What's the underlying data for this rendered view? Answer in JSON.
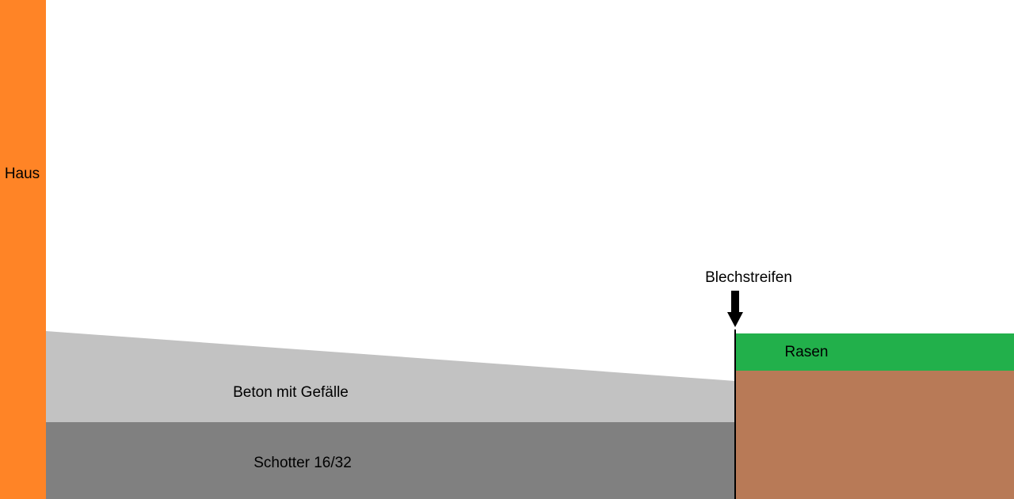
{
  "labels": {
    "house": "Haus",
    "concrete": "Beton mit Gefälle",
    "gravel": "Schotter 16/32",
    "metal_strip": "Blechstreifen",
    "lawn": "Rasen"
  },
  "colors": {
    "house": "#FF8426",
    "concrete": "#C2C2C2",
    "gravel": "#808080",
    "lawn": "#22B04B",
    "soil": "#B87A57",
    "strip": "#000000"
  }
}
